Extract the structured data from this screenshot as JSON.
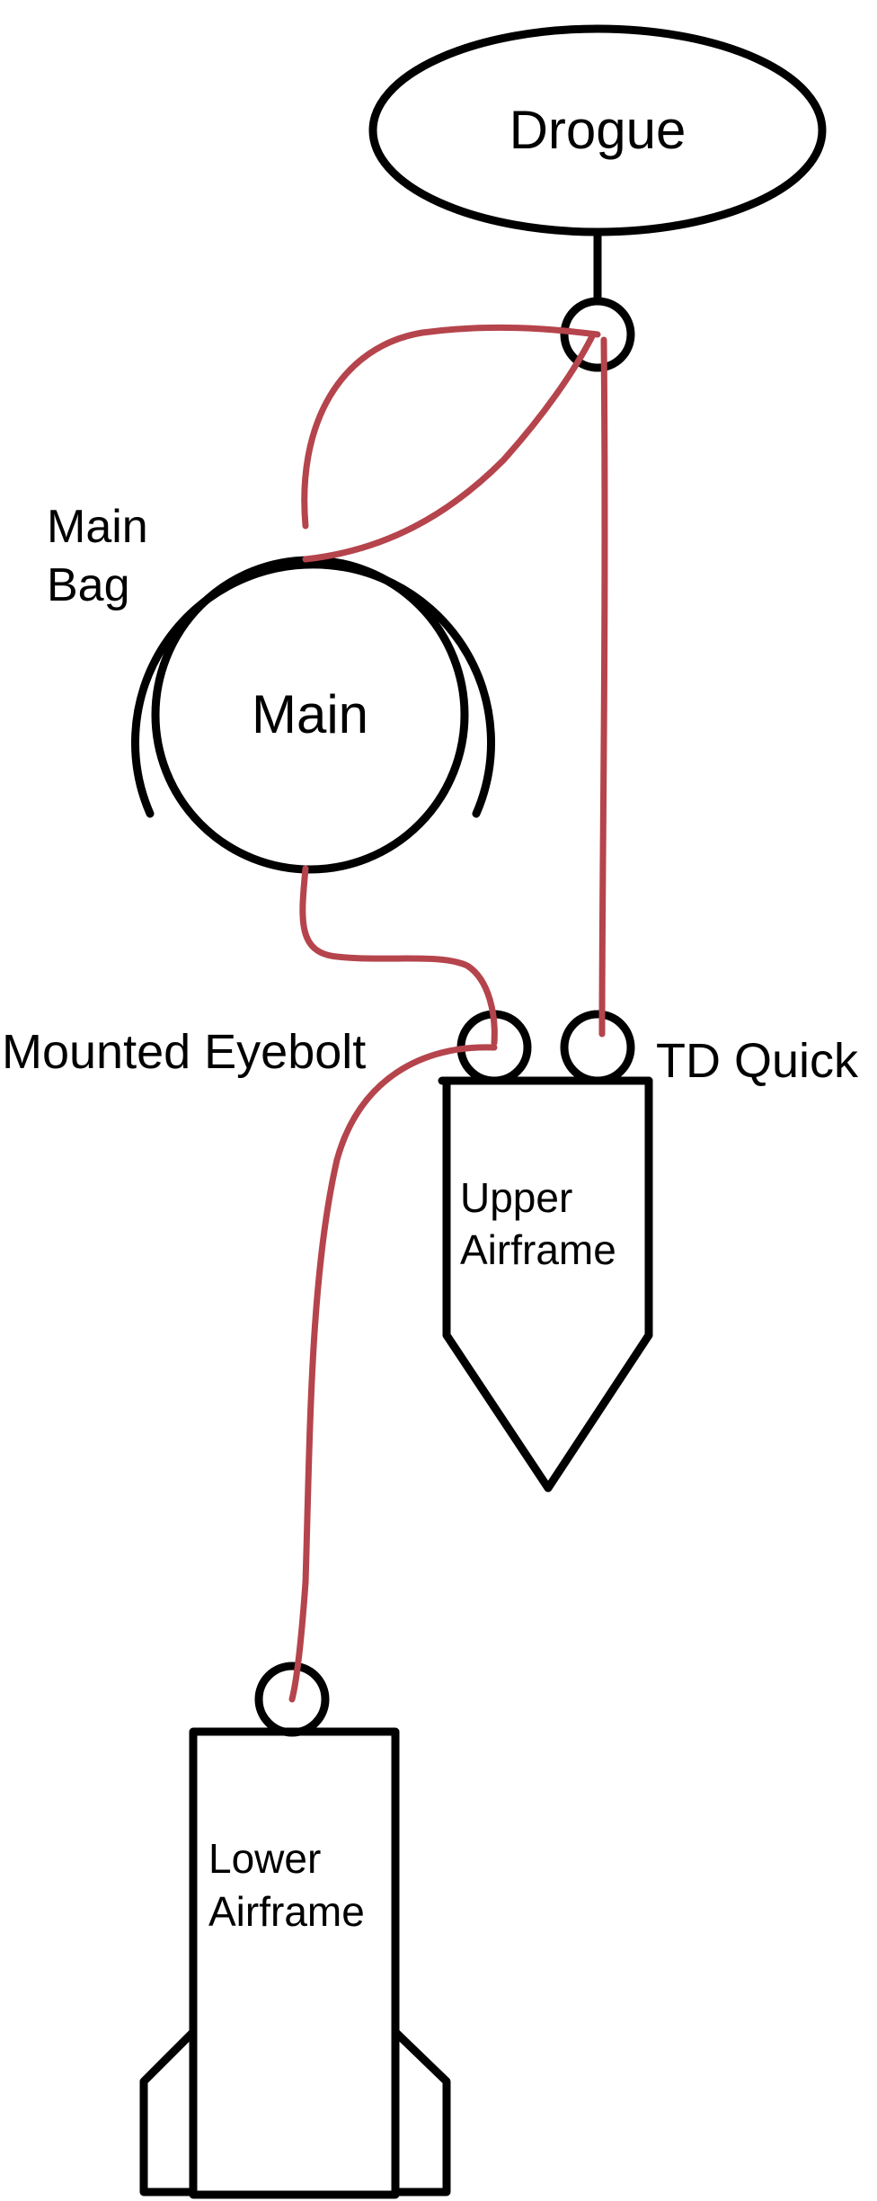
{
  "labels": {
    "drogue": "Drogue",
    "main_bag_line1": "Main",
    "main_bag_line2": "Bag",
    "main": "Main",
    "mounted_eyebolt": "Mounted Eyebolt",
    "td_quick": "TD Quick",
    "upper_airframe_line1": "Upper",
    "upper_airframe_line2": "Airframe",
    "lower_airframe_line1": "Lower",
    "lower_airframe_line2": "Airframe"
  },
  "colors": {
    "outline": "#000000",
    "shock_cord": "#b5444c",
    "background": "#ffffff"
  }
}
